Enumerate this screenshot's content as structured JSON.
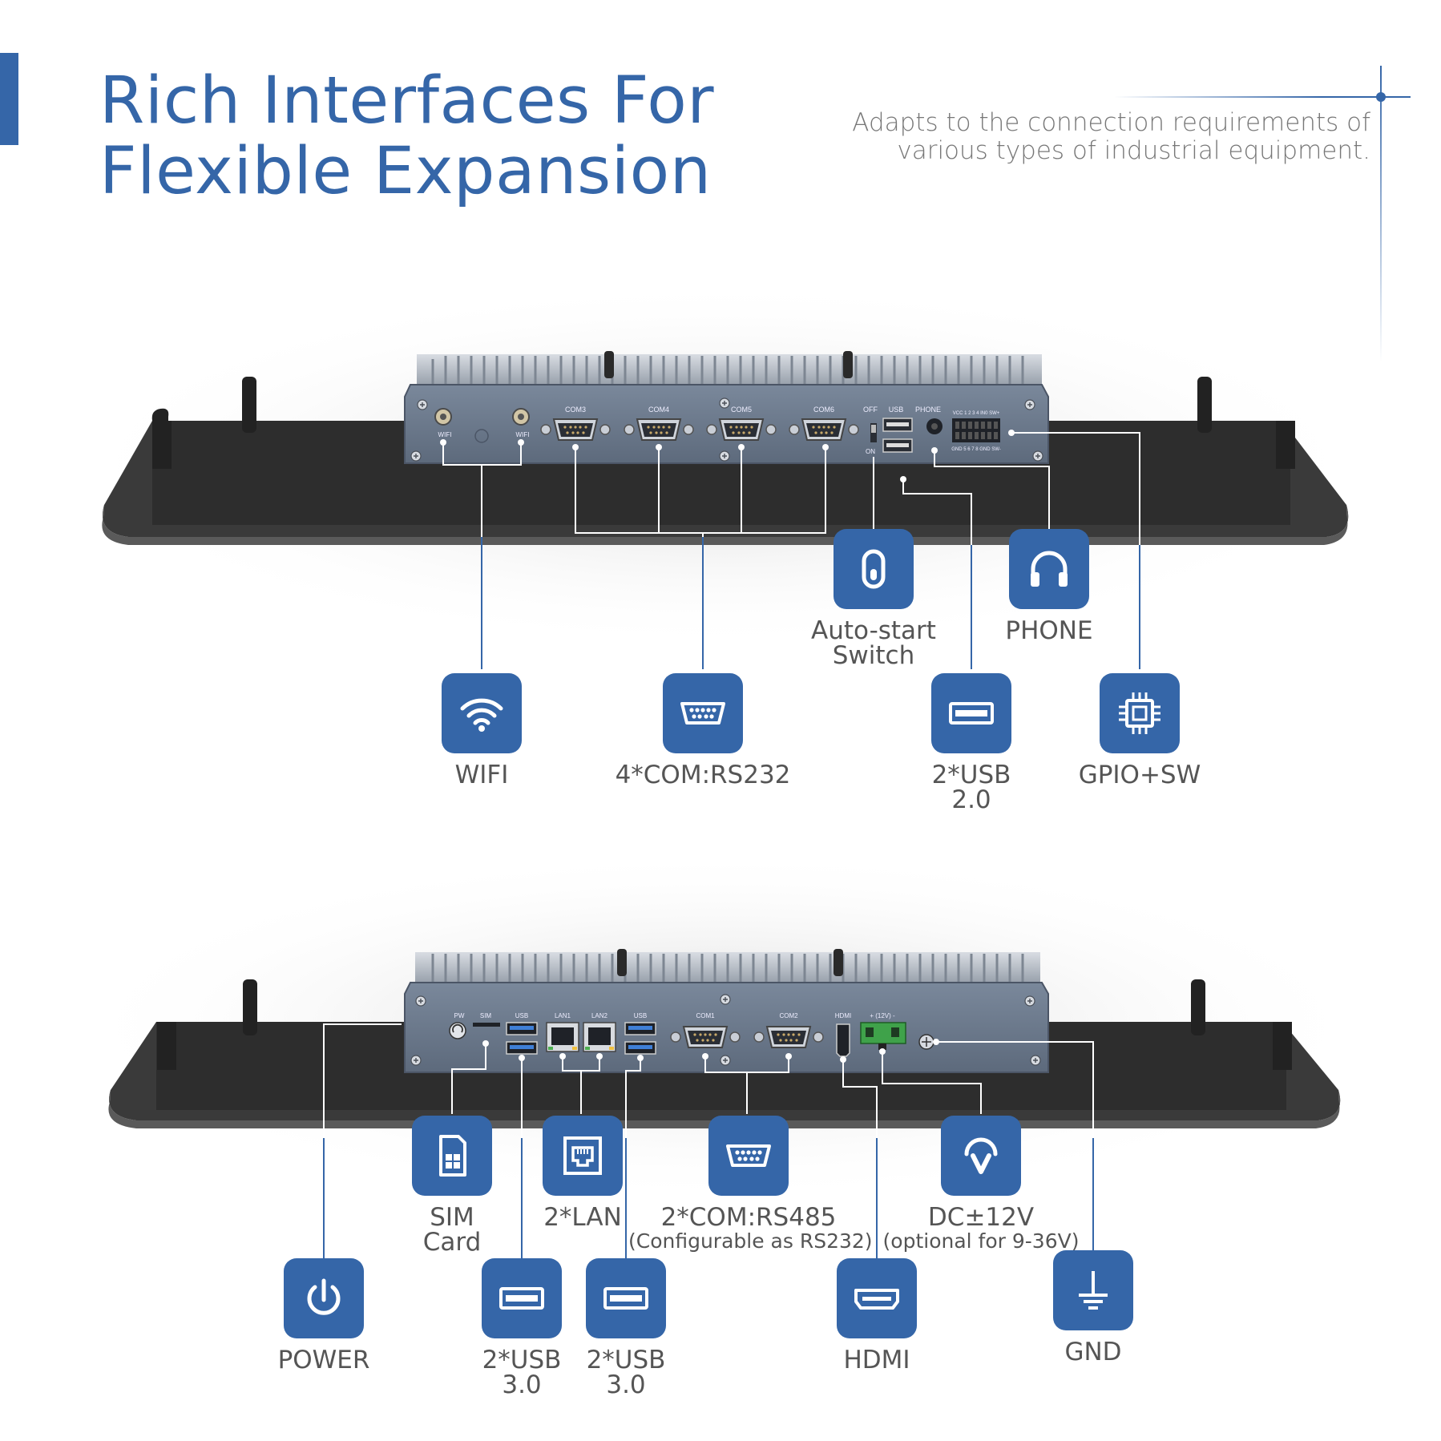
{
  "header": {
    "title_line1": "Rich Interfaces For",
    "title_line2": "Flexible Expansion",
    "subtitle_line1": "Adapts to the connection requirements of",
    "subtitle_line2": "various types of industrial equipment."
  },
  "top_panel": {
    "port_labels": {
      "com3": "COM3",
      "com4": "COM4",
      "com5": "COM5",
      "com6": "COM6",
      "off": "OFF",
      "on": "ON",
      "usb": "USB",
      "phone": "PHONE",
      "wifi_a": "WIFI",
      "wifi_b": "WIFI",
      "gpio_top": "VCC 1 2 3 4 IN0 SW+",
      "gpio_bottom": "GND 5 6 7 8 GND SW-"
    },
    "callouts": {
      "wifi": "WIFI",
      "com_rs232": "4*COM:RS232",
      "auto_start_line1": "Auto-start",
      "auto_start_line2": "Switch",
      "usb2_line1": "2*USB",
      "usb2_line2": "2.0",
      "phone": "PHONE",
      "gpio": "GPIO+SW"
    }
  },
  "bottom_panel": {
    "port_labels": {
      "pw": "PW",
      "sim": "SIM",
      "usb_a": "USB",
      "lan1": "LAN1",
      "lan2": "LAN2",
      "usb_b": "USB",
      "com1": "COM1",
      "com2": "COM2",
      "hdmi": "HDMI",
      "dc": "+ (12V) -"
    },
    "callouts": {
      "sim_line1": "SIM",
      "sim_line2": "Card",
      "lan": "2*LAN",
      "com_rs485": "2*COM:RS485",
      "com_rs485_note": "(Configurable as RS232)",
      "dc": "DC±12V",
      "dc_note": "(optional for 9-36V)",
      "power": "POWER",
      "usb3a_line1": "2*USB",
      "usb3a_line2": "3.0",
      "usb3b_line1": "2*USB",
      "usb3b_line2": "3.0",
      "hdmi": "HDMI",
      "gnd": "GND"
    }
  },
  "colors": {
    "accent": "#3566a8",
    "chassis": "#6b7a90",
    "panel": "#2e2e2e",
    "text_gray": "#555555"
  },
  "icons": [
    "wifi-icon",
    "serial-port-icon",
    "toggle-icon",
    "headphones-icon",
    "usb-icon",
    "chip-icon",
    "sim-card-icon",
    "lan-icon",
    "dc-power-icon",
    "power-icon",
    "hdmi-icon",
    "ground-icon"
  ]
}
